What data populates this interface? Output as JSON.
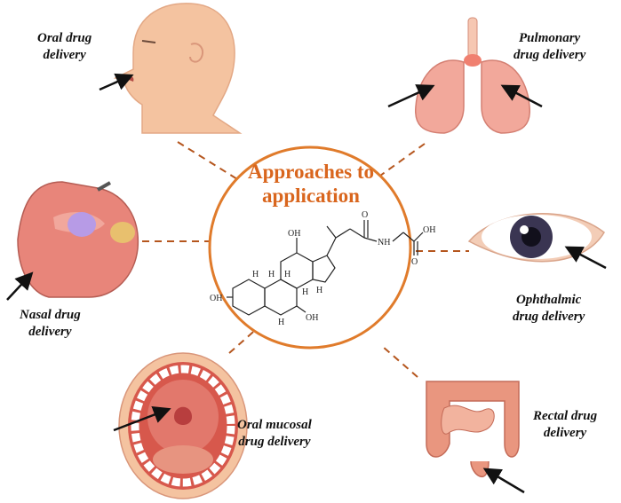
{
  "center": {
    "title_line1": "Approaches to",
    "title_line2": "application"
  },
  "molecule": {
    "atoms": [
      "OH",
      "OH",
      "OH",
      "OH",
      "H",
      "H",
      "H",
      "H",
      "H",
      "H",
      "O",
      "NH",
      "O"
    ]
  },
  "routes": [
    {
      "id": "oral",
      "line1": "Oral drug",
      "line2": "delivery"
    },
    {
      "id": "pulmonary",
      "line1": "Pulmonary",
      "line2": "drug delivery"
    },
    {
      "id": "nasal",
      "line1": "Nasal drug",
      "line2": "delivery"
    },
    {
      "id": "ophthalmic",
      "line1": "Ophthalmic",
      "line2": "drug delivery"
    },
    {
      "id": "oral-mucosal",
      "line1": "Oral mucosal",
      "line2": "drug delivery"
    },
    {
      "id": "rectal",
      "line1": "Rectal drug",
      "line2": "delivery"
    }
  ],
  "colors": {
    "accent": "#d9661e",
    "connector": "#b5561e",
    "skin": "#f4c3a0",
    "tissue": "#e8857a",
    "eye_iris": "#3a3552",
    "nasal_highlight": "#b79be6"
  }
}
